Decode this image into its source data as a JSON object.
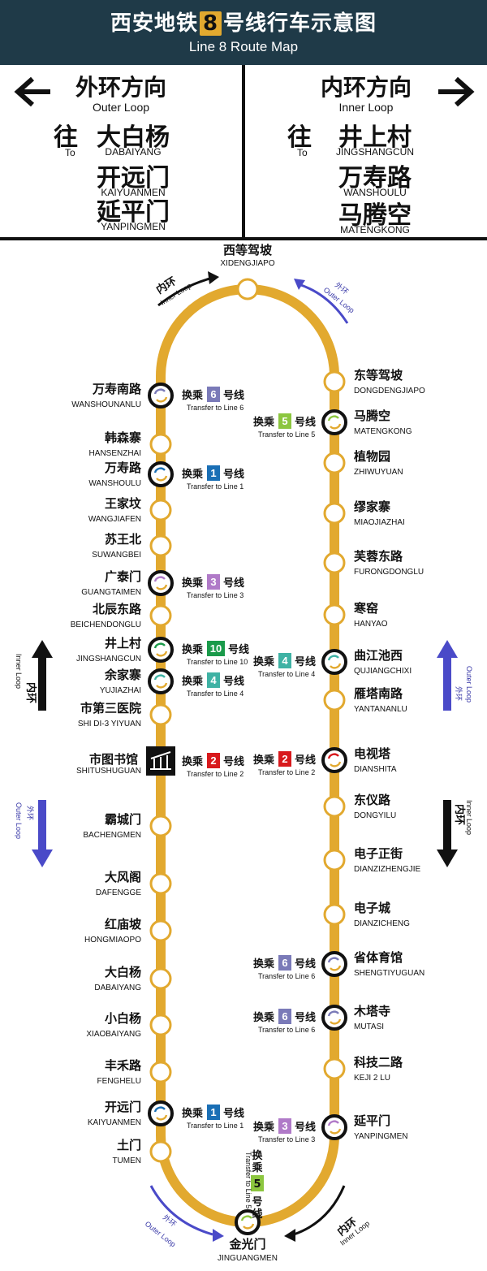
{
  "header": {
    "title_pre": "西安地铁",
    "line_number": "8",
    "title_post": "号线行车示意图",
    "subtitle": "Line 8 Route Map"
  },
  "directions": {
    "outer": {
      "title_cn": "外环方向",
      "title_en": "Outer Loop",
      "to_cn": "往",
      "to_en": "To",
      "arrow_icon": "arrow-left-icon",
      "destinations": [
        {
          "cn": "大白杨",
          "en": "DABAIYANG"
        },
        {
          "cn": "开远门",
          "en": "KAIYUANMEN"
        },
        {
          "cn": "延平门",
          "en": "YANPINGMEN"
        }
      ]
    },
    "inner": {
      "title_cn": "内环方向",
      "title_en": "Inner Loop",
      "to_cn": "往",
      "to_en": "To",
      "arrow_icon": "arrow-right-icon",
      "destinations": [
        {
          "cn": "井上村",
          "en": "JINGSHANGCUN"
        },
        {
          "cn": "万寿路",
          "en": "WANSHOULU"
        },
        {
          "cn": "马腾空",
          "en": "MATENGKONG"
        }
      ]
    }
  },
  "colors": {
    "line8": "#e2a92f",
    "header_bg": "#1f3a48",
    "arrow_blue": "#4a4ac8",
    "line1": "#1a6fb5",
    "line2": "#d8191c",
    "line3": "#b07ac8",
    "line4": "#3fb2a4",
    "line5": "#8cc63f",
    "line6": "#7a7ab8",
    "line10": "#1a9a4a"
  },
  "transfer": {
    "pre": "换乘",
    "post": "号线",
    "en_prefix": "Transfer to Line "
  },
  "map": {
    "top_station": {
      "cn": "西等驾坡",
      "en": "XIDENGJIAPO"
    },
    "bottom_station": {
      "cn": "金光门",
      "en": "JINGUANGMEN",
      "transfer": "5"
    },
    "left_stations": [
      {
        "cn": "万寿南路",
        "en": "WANSHOUNANLU",
        "transfer": "6"
      },
      {
        "cn": "韩森寨",
        "en": "HANSENZHAI"
      },
      {
        "cn": "万寿路",
        "en": "WANSHOULU",
        "transfer": "1"
      },
      {
        "cn": "王家坟",
        "en": "WANGJIAFEN"
      },
      {
        "cn": "苏王北",
        "en": "SUWANGBEI"
      },
      {
        "cn": "广泰门",
        "en": "GUANGTAIMEN",
        "transfer": "3"
      },
      {
        "cn": "北辰东路",
        "en": "BEICHENDONGLU"
      },
      {
        "cn": "井上村",
        "en": "JINGSHANGCUN",
        "transfer": "10"
      },
      {
        "cn": "余家寨",
        "en": "YUJIAZHAI",
        "transfer": "4"
      },
      {
        "cn": "市第三医院",
        "en": "SHI DI-3 YIYUAN"
      },
      {
        "cn": "市图书馆",
        "en": "SHITUSHUGUAN",
        "transfer": "2"
      },
      {
        "cn": "霸城门",
        "en": "BACHENGMEN"
      },
      {
        "cn": "大风阁",
        "en": "DAFENGGE"
      },
      {
        "cn": "红庙坡",
        "en": "HONGMIAOPO"
      },
      {
        "cn": "大白杨",
        "en": "DABAIYANG"
      },
      {
        "cn": "小白杨",
        "en": "XIAOBAIYANG"
      },
      {
        "cn": "丰禾路",
        "en": "FENGHELU"
      },
      {
        "cn": "开远门",
        "en": "KAIYUANMEN",
        "transfer": "1"
      },
      {
        "cn": "土门",
        "en": "TUMEN"
      }
    ],
    "right_stations": [
      {
        "cn": "东等驾坡",
        "en": "DONGDENGJIAPO"
      },
      {
        "cn": "马腾空",
        "en": "MATENGKONG",
        "transfer": "5"
      },
      {
        "cn": "植物园",
        "en": "ZHIWUYUAN"
      },
      {
        "cn": "缪家寨",
        "en": "MIAOJIAZHAI"
      },
      {
        "cn": "芙蓉东路",
        "en": "FURONGDONGLU"
      },
      {
        "cn": "寒窑",
        "en": "HANYAO"
      },
      {
        "cn": "曲江池西",
        "en": "QUJIANGCHIXI",
        "transfer": "4"
      },
      {
        "cn": "雁塔南路",
        "en": "YANTANANLU"
      },
      {
        "cn": "电视塔",
        "en": "DIANSHITA",
        "transfer": "2"
      },
      {
        "cn": "东仪路",
        "en": "DONGYILU"
      },
      {
        "cn": "电子正街",
        "en": "DIANZIZHENGJIE"
      },
      {
        "cn": "电子城",
        "en": "DIANZICHENG"
      },
      {
        "cn": "省体育馆",
        "en": "SHENGTIYUGUAN",
        "transfer": "6"
      },
      {
        "cn": "木塔寺",
        "en": "MUTASI",
        "transfer": "6"
      },
      {
        "cn": "科技二路",
        "en": "KEJI 2 LU"
      },
      {
        "cn": "延平门",
        "en": "YANPINGMEN",
        "transfer": "3"
      }
    ],
    "loop_labels": {
      "inner_cn": "内环",
      "inner_en": "Inner Loop",
      "outer_cn": "外环",
      "outer_en": "Outer Loop"
    }
  }
}
